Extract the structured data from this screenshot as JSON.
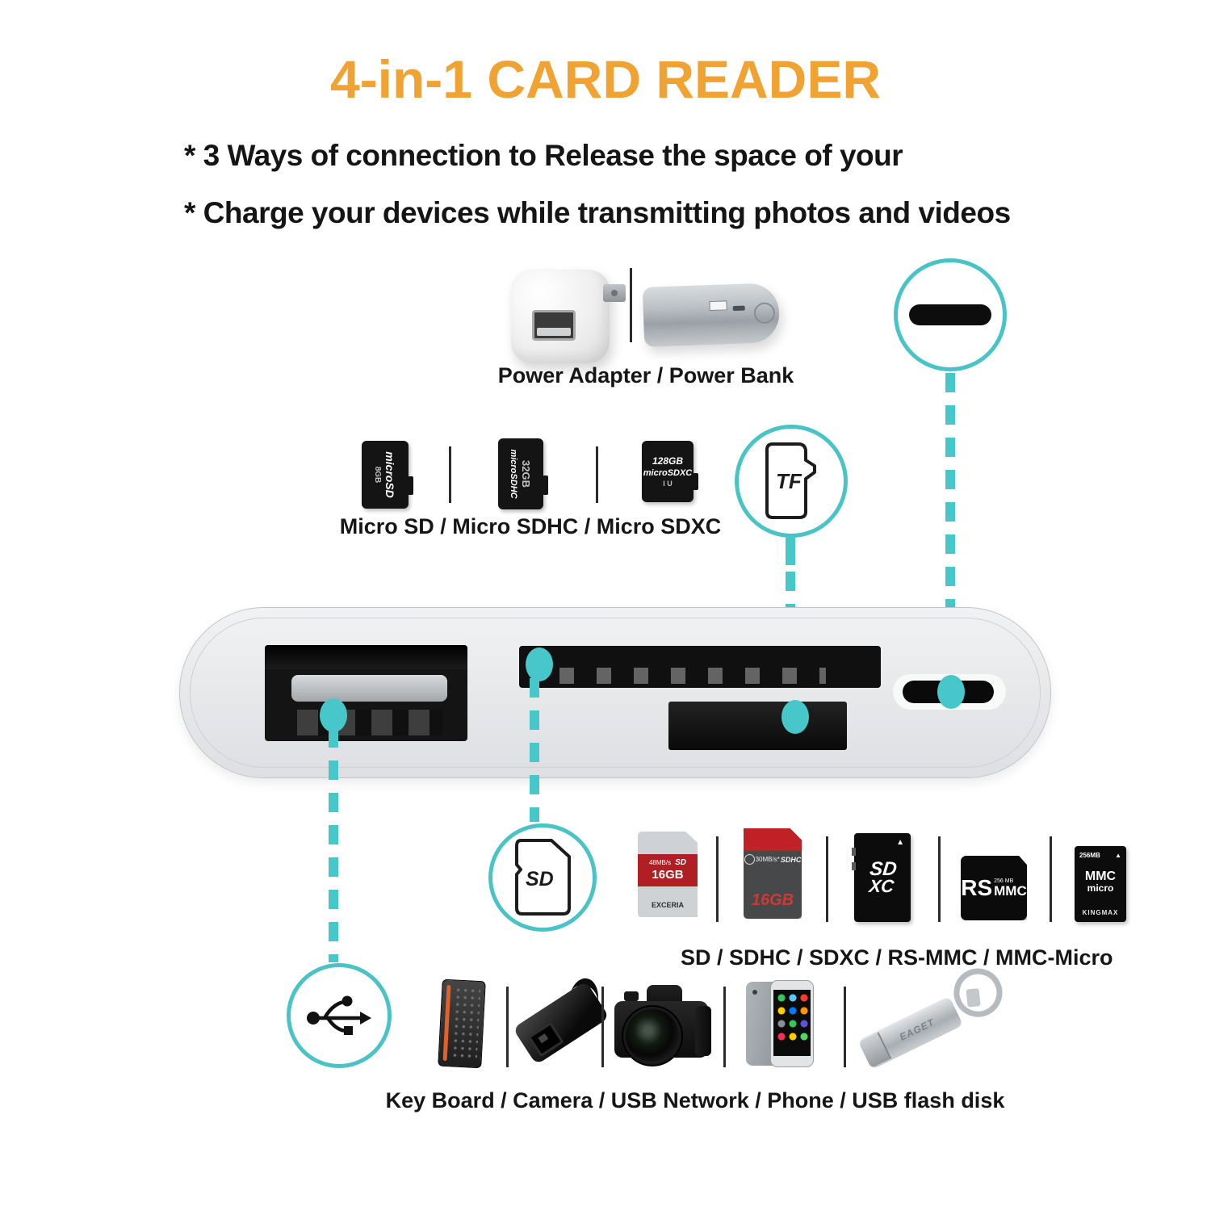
{
  "title": "4-in-1 CARD READER",
  "features": [
    "* 3 Ways of connection to Release the space of your",
    "* Charge your devices while transmitting photos and videos"
  ],
  "colors": {
    "orange": "#F0A232",
    "teal": "#47C7CA",
    "ink": "#151515"
  },
  "power": {
    "label": "Power Adapter / Power Bank"
  },
  "connector_icons": {
    "tf": "TF",
    "sd": "SD"
  },
  "micro_sd": {
    "label": "Micro SD / Micro SDHC / Micro SDXC",
    "cards": [
      {
        "logo": "microSD",
        "capacity": "8GB"
      },
      {
        "capacity": "32GB",
        "logo": "microSDHC"
      },
      {
        "capacity": "128GB",
        "logo": "microSDXC",
        "speed_class": "I U"
      }
    ]
  },
  "sd_row": {
    "label": "SD / SDHC / SDXC / RS-MMC / MMC-Micro",
    "cards": [
      {
        "speed": "48MB/s",
        "logo": "SD",
        "capacity": "16GB",
        "brand": "EXCERIA"
      },
      {
        "speed": "30MB/s*",
        "logo": "SDHC",
        "capacity": "16GB"
      },
      {
        "logo_top": "SD",
        "logo_bottom": "XC",
        "corner_mark": "▲"
      },
      {
        "logo_left": "RS",
        "capacity": "256 MB",
        "logo_right": "MMC"
      },
      {
        "capacity": "256MB",
        "corner_mark": "▲",
        "logo_top": "MMC",
        "logo_bottom": "micro",
        "brand": "KINGMAX"
      }
    ]
  },
  "devices_row": {
    "label": "Key Board / Camera / USB Network / Phone / USB flash disk",
    "flash_brand": "EAGET"
  }
}
